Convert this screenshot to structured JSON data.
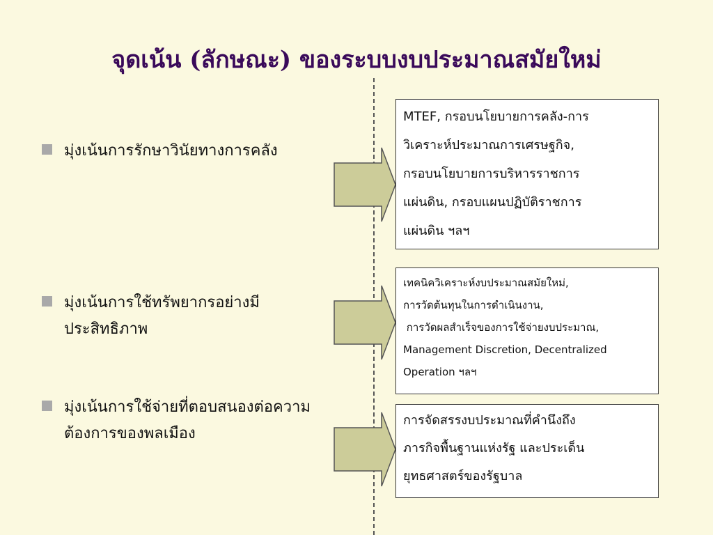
{
  "title": "จุดเน้น (ลักษณะ) ของระบบงบประมาณสมัยใหม่",
  "bullets": [
    {
      "lines": [
        "มุ่งเน้นการรักษาวินัยทางการคลัง"
      ]
    },
    {
      "lines": [
        "มุ่งเน้นการใช้ทรัพยากรอย่างมี",
        "ประสิทธิภาพ"
      ]
    },
    {
      "lines": [
        "มุ่งเน้นการใช้จ่ายที่ตอบสนองต่อความ",
        "ต้องการของพลเมือง"
      ]
    }
  ],
  "boxes": [
    {
      "lines": [
        "MTEF, กรอบนโยบายการคลัง-การ",
        "วิเคราะห์ประมาณการเศรษฐกิจ,",
        "กรอบนโยบายการบริหารราชการ",
        "แผ่นดิน, กรอบแผนปฏิบัติราชการ",
        "แผ่นดิน ฯลฯ"
      ]
    },
    {
      "lines": [
        "เทคนิควิเคราะห์งบประมาณสมัยใหม่,",
        "การวัดต้นทุนในการดำเนินงาน,",
        " การวัดผลสำเร็จของการใช้จ่ายงบประมาณ,",
        "Management Discretion, Decentralized",
        "Operation ฯลฯ"
      ]
    },
    {
      "lines": [
        "การจัดสรรงบประมาณที่คำนึงถึง",
        "ภารกิจพื้นฐานแห่งรัฐ และประเด็น",
        "ยุทธศาสตร์ของรัฐบาล"
      ]
    }
  ],
  "colors": {
    "background": "#fbf9e0",
    "title": "#3a0a5a",
    "arrow_fill": "#cccc99",
    "bullet_square": "#a9a9a9"
  }
}
